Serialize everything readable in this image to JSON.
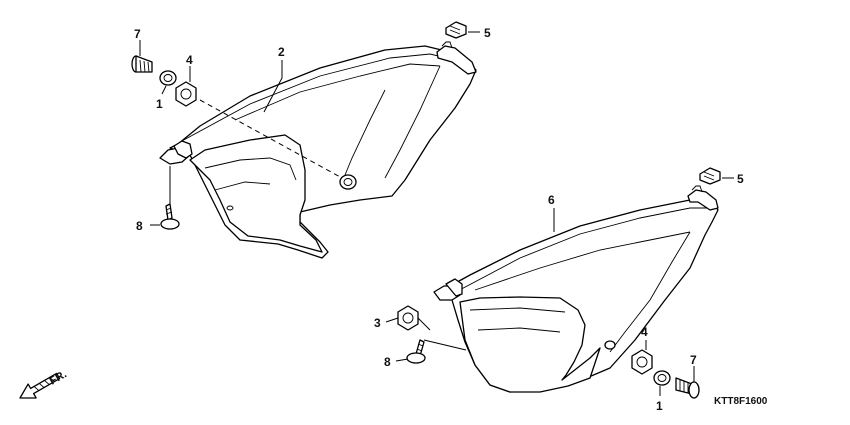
{
  "callouts": {
    "c7_left": "7",
    "c4_left": "4",
    "c1_left": "1",
    "c2": "2",
    "c5_top": "5",
    "c8_left": "8",
    "c6": "6",
    "c5_right": "5",
    "c3": "3",
    "c8_right": "8",
    "c4_right": "4",
    "c7_right": "7",
    "c1_right": "1"
  },
  "direction_label": "FR.",
  "diagram_code": "KTT8F1600"
}
